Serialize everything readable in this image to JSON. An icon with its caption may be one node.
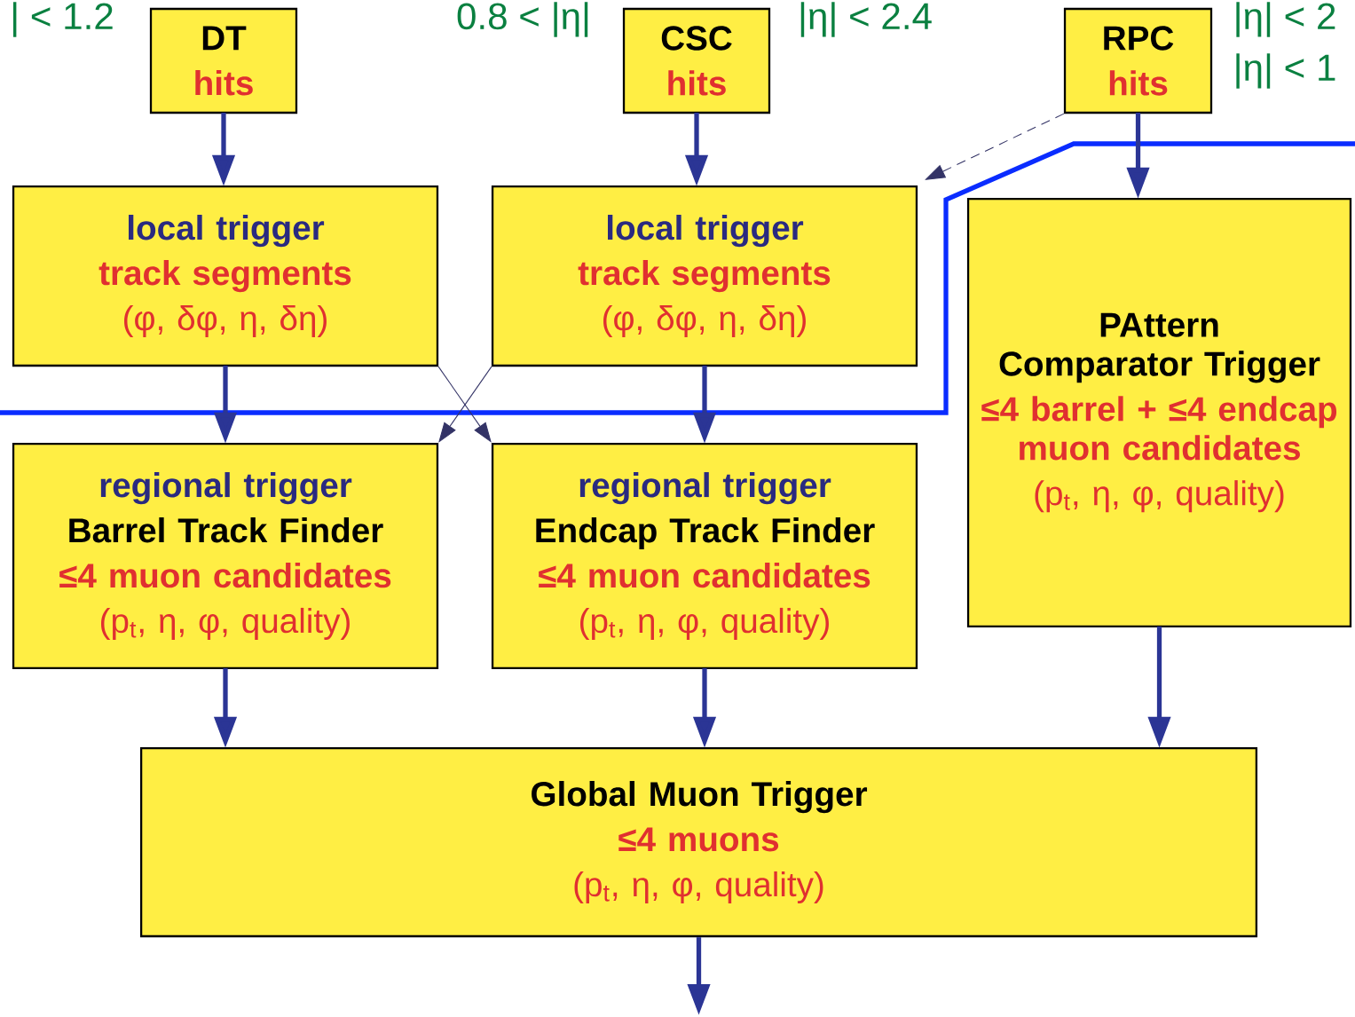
{
  "diagram": {
    "nodes": [
      {
        "text": [
          "DT",
          "hits"
        ]
      },
      {
        "text": [
          "CSC",
          "hits"
        ]
      },
      {
        "text": [
          "RPC",
          "hits"
        ]
      },
      {
        "text": [
          "local trigger",
          "track segments",
          "(φ, δφ, η, δη)"
        ]
      },
      {
        "text": [
          "local trigger",
          "track segments",
          "(φ, δφ, η, δη)"
        ]
      },
      {
        "text": [
          "PAttern Comparator Trigger",
          "≤4 barrel + ≤4 endcap muon candidates",
          "(p$_{t}$, η, φ, quality)"
        ]
      },
      {
        "text": [
          "regional trigger",
          "Barrel Track Finder",
          "≤4 muon candidates",
          "(p$_{t}$, η, φ, quality)"
        ]
      },
      {
        "text": [
          "regional trigger",
          "Endcap Track Finder",
          "≤4 muon candidates",
          "(p$_{t}$, η, φ, quality)"
        ]
      },
      {
        "text": [
          "Global Muon Trigger",
          "≤4 muons",
          "(p$_{t}$, η, φ, quality)"
        ]
      }
    ],
    "edges": [
      {
        "from": 0,
        "to": 3,
        "arrow": "to"
      },
      {
        "from": 1,
        "to": 4,
        "arrow": "to"
      },
      {
        "from": 2,
        "to": 5,
        "arrow": "to"
      },
      {
        "from": 2,
        "to": 4,
        "arrow": "to",
        "style": "dashed",
        "color": "#333366"
      },
      {
        "from": 3,
        "to": 6,
        "arrow": "to"
      },
      {
        "from": 3,
        "to": 7,
        "arrow": "to",
        "color": "#333366"
      },
      {
        "from": 4,
        "to": 6,
        "arrow": "to",
        "color": "#333366"
      },
      {
        "from": 4,
        "to": 7,
        "arrow": "to"
      },
      {
        "from": 6,
        "to": 8,
        "arrow": "to"
      },
      {
        "from": 7,
        "to": 8,
        "arrow": "to"
      },
      {
        "from": 5,
        "to": 8,
        "arrow": "to"
      },
      {
        "from": 8,
        "to": null,
        "arrow": "to"
      }
    ],
    "labels": [
      "| < 1.2",
      "0.8 < |η|",
      "|η| < 2.4",
      "|η| < 2",
      "|η| < 1"
    ]
  }
}
